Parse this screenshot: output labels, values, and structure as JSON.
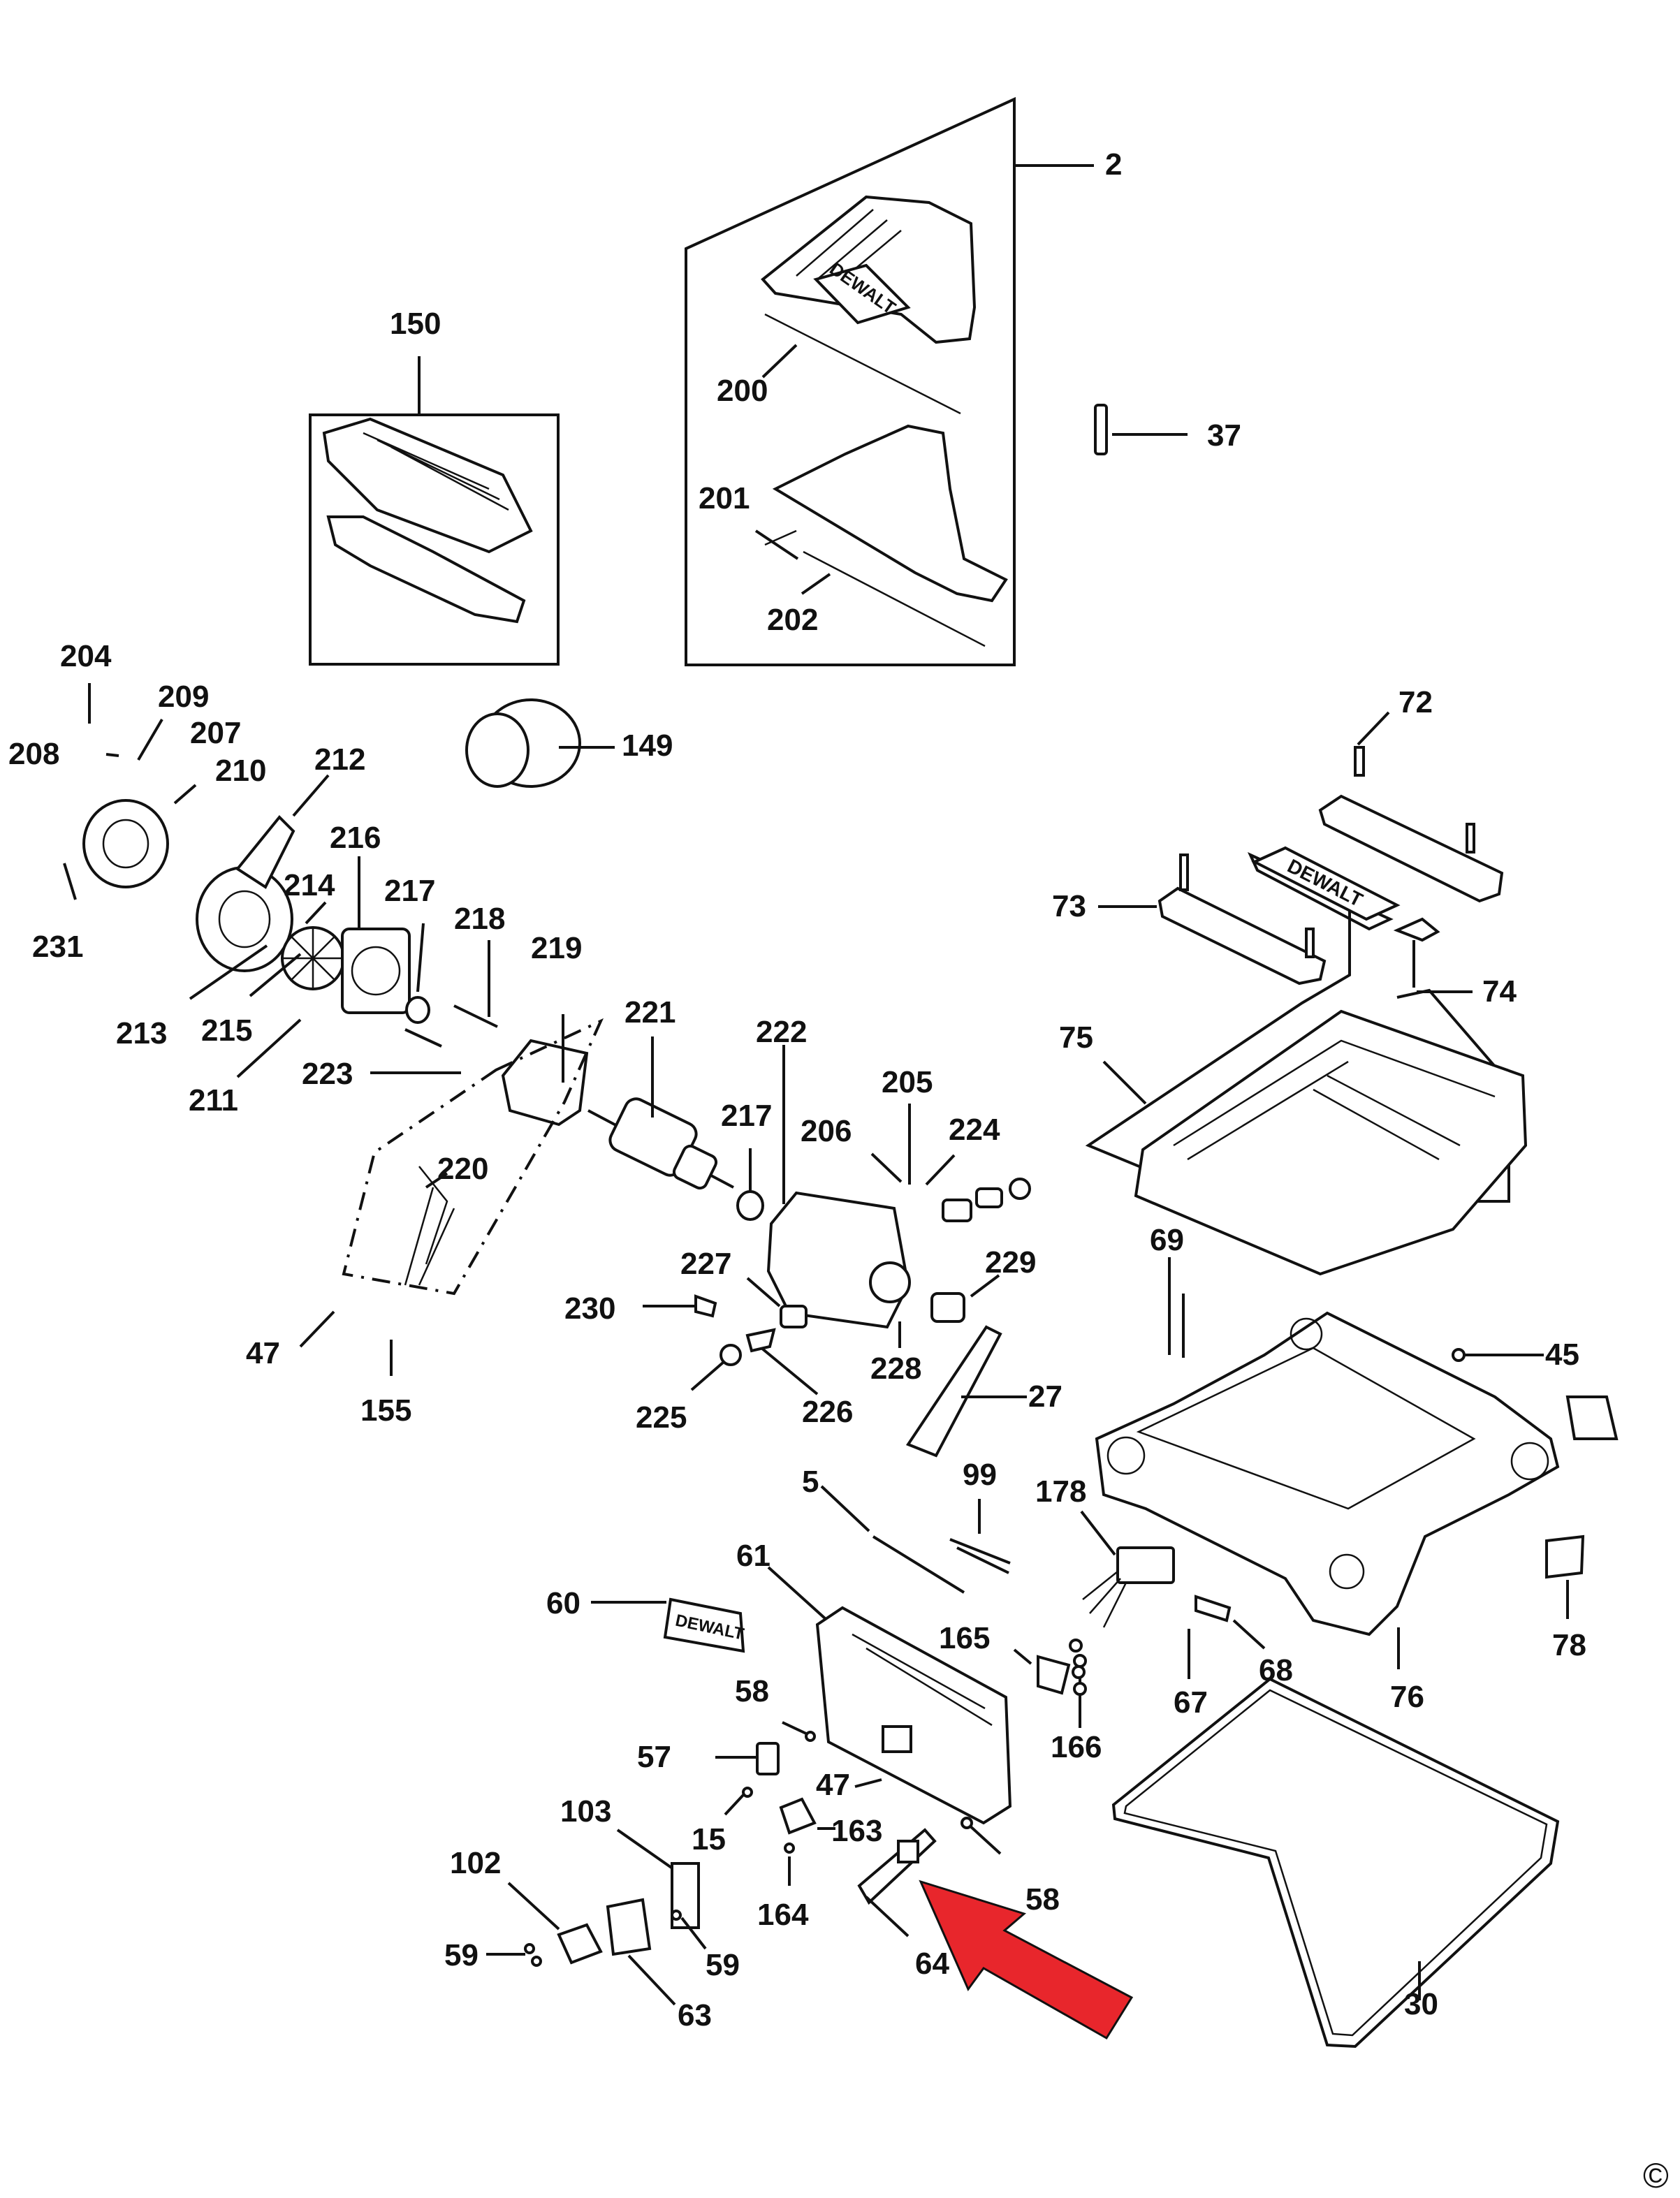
{
  "diagram": {
    "brand_text": "DEWALT",
    "copyright_mark": "©",
    "callouts": {
      "c2": "2",
      "c5": "5",
      "c15": "15",
      "c27": "27",
      "c30": "30",
      "c37": "37",
      "c45": "45",
      "c47a": "47",
      "c47b": "47",
      "c57": "57",
      "c58a": "58",
      "c58b": "58",
      "c59a": "59",
      "c59b": "59",
      "c60": "60",
      "c61": "61",
      "c63": "63",
      "c64": "64",
      "c67": "67",
      "c68": "68",
      "c69": "69",
      "c72": "72",
      "c73": "73",
      "c74": "74",
      "c75": "75",
      "c76": "76",
      "c78": "78",
      "c99": "99",
      "c102": "102",
      "c103": "103",
      "c149": "149",
      "c150": "150",
      "c155": "155",
      "c163": "163",
      "c164": "164",
      "c165": "165",
      "c166": "166",
      "c178": "178",
      "c200": "200",
      "c201": "201",
      "c202": "202",
      "c204": "204",
      "c205": "205",
      "c206": "206",
      "c207": "207",
      "c208": "208",
      "c209": "209",
      "c210": "210",
      "c211": "211",
      "c212": "212",
      "c213": "213",
      "c214": "214",
      "c215": "215",
      "c216": "216",
      "c217a": "217",
      "c217b": "217",
      "c218": "218",
      "c219": "219",
      "c220": "220",
      "c221": "221",
      "c222": "222",
      "c223": "223",
      "c224": "224",
      "c225": "225",
      "c226": "226",
      "c227": "227",
      "c228": "228",
      "c229": "229",
      "c230": "230",
      "c231": "231"
    },
    "highlight_arrow_color": "#e8262c",
    "line_color": "#111111"
  }
}
